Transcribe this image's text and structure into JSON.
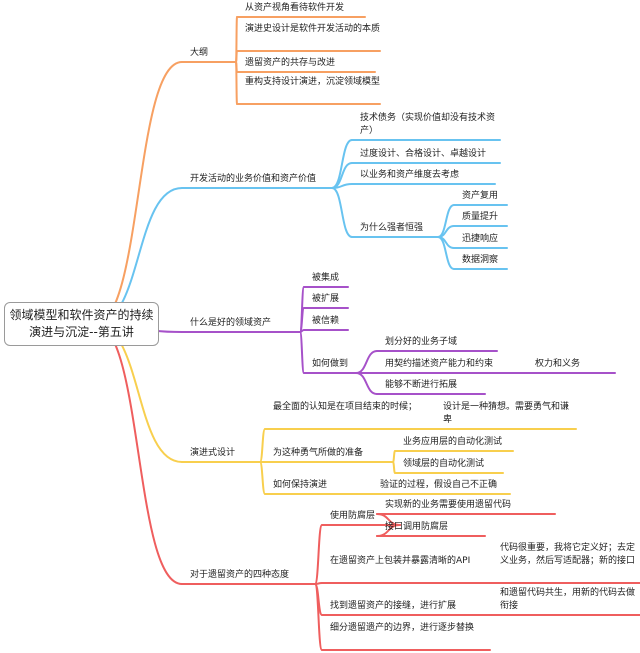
{
  "root": "领域模型和软件资产的持续演进与沉淀--第五讲",
  "colors": {
    "orange": "#f7a062",
    "blue": "#68c3f0",
    "purple": "#a651c9",
    "yellow": "#f8cf4e",
    "red": "#ef5e5e"
  },
  "branches": [
    {
      "label": "大纲",
      "children": [
        {
          "label": "从资产视角看待软件开发"
        },
        {
          "label": "演进史设计是软件开发活动的本质"
        },
        {
          "label": "遗留资产的共存与改进"
        },
        {
          "label": "重构支持设计演进，沉淀领域模型"
        }
      ]
    },
    {
      "label": "开发活动的业务价值和资产价值",
      "children": [
        {
          "label": "技术债务（实现价值却没有技术资产）"
        },
        {
          "label": "过度设计、合格设计、卓越设计"
        },
        {
          "label": "以业务和资产维度去考虑"
        },
        {
          "label": "为什么强者恒强",
          "children": [
            {
              "label": "资产复用"
            },
            {
              "label": "质量提升"
            },
            {
              "label": "迅捷响应"
            },
            {
              "label": "数据洞察"
            }
          ]
        }
      ]
    },
    {
      "label": "什么是好的领域资产",
      "children": [
        {
          "label": "被集成"
        },
        {
          "label": "被扩展"
        },
        {
          "label": "被信赖"
        },
        {
          "label": "如何做到",
          "children": [
            {
              "label": "划分好的业务子域"
            },
            {
              "label": "用契约描述资产能力和约束",
              "children": [
                {
                  "label": "权力和义务"
                }
              ]
            },
            {
              "label": "能够不断进行拓展"
            }
          ]
        }
      ]
    },
    {
      "label": "演进式设计",
      "children": [
        {
          "label": "最全面的认知是在项目结束的时候；",
          "children": [
            {
              "label": "设计是一种猜想。需要勇气和谦卑"
            }
          ]
        },
        {
          "label": "为这种勇气所做的准备",
          "children": [
            {
              "label": "业务应用层的自动化测试"
            },
            {
              "label": "领域层的自动化测试"
            }
          ]
        },
        {
          "label": "如何保持演进",
          "children": [
            {
              "label": "验证的过程，假设自己不正确"
            }
          ]
        }
      ]
    },
    {
      "label": "对于遗留资产的四种态度",
      "children": [
        {
          "label": "使用防腐层",
          "children": [
            {
              "label": "实现新的业务需要使用遗留代码"
            },
            {
              "label": "接口调用防腐层"
            }
          ]
        },
        {
          "label": "在遗留资产上包装并暴露清晰的API",
          "children": [
            {
              "label": "代码很重要，我将它定义好；去定义业务，然后写适配器；新的接口"
            }
          ]
        },
        {
          "label": "找到遗留资产的接缝，进行扩展",
          "children": [
            {
              "label": "和遗留代码共生，用新的代码去做衔接"
            }
          ]
        },
        {
          "label": "细分遗留遗产的边界，进行逐步替换"
        }
      ]
    }
  ]
}
